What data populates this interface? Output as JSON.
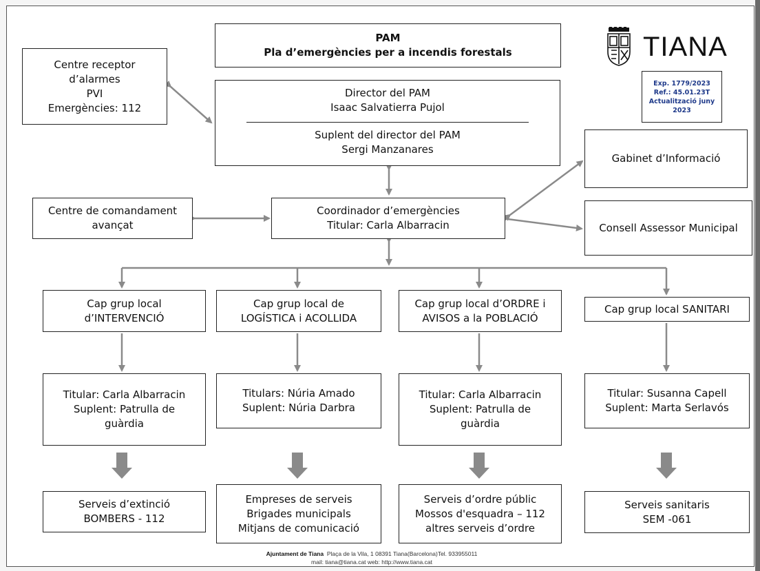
{
  "title": {
    "line1": "PAM",
    "line2": "Pla d’emergències per a incendis forestals"
  },
  "logo": {
    "text": "TIANA",
    "icon": "tiana-coat-of-arms-icon"
  },
  "reference": {
    "exp": "Exp. 1779/2023",
    "ref": "Ref.: 45.01.23T",
    "update1": "Actualització juny",
    "update2": "2023"
  },
  "alarm_center": {
    "line1": "Centre receptor",
    "line2": "d’alarmes",
    "line3": "PVI",
    "line4": "Emergències: 112"
  },
  "director": {
    "title": "Director del PAM",
    "name": "Isaac Salvatierra Pujol",
    "deputy_title": "Suplent del director del PAM",
    "deputy_name": "Sergi Manzanares"
  },
  "info_office": {
    "label": "Gabinet d’Informació"
  },
  "advanced_command": {
    "line1": "Centre de comandament",
    "line2": "avançat"
  },
  "coordinator": {
    "title": "Coordinador d’emergències",
    "holder": "Titular: Carla Albarracin"
  },
  "advisory_council": {
    "label": "Consell Assessor Municipal"
  },
  "groups": [
    {
      "head1": "Cap grup  local",
      "head2": "d’INTERVENCIÓ",
      "members": [
        "Titular: Carla Albarracin",
        "Suplent: Patrulla de",
        "guàrdia"
      ],
      "services": [
        "Serveis d’extinció",
        "BOMBERS - 112"
      ]
    },
    {
      "head1": "Cap grup  local de",
      "head2": "LOGÍSTICA i ACOLLIDA",
      "members": [
        "Titulars: Núria Amado",
        "Suplent: Núria Darbra"
      ],
      "services": [
        "Empreses de serveis",
        "Brigades municipals",
        "Mitjans de comunicació"
      ]
    },
    {
      "head1": "Cap grup  local d’ORDRE i",
      "head2": "AVISOS a la POBLACIÓ",
      "members": [
        "Titular: Carla Albarracin",
        "Suplent: Patrulla de",
        "guàrdia"
      ],
      "services": [
        "Serveis d’ordre públic",
        "Mossos d'esquadra – 112",
        "altres serveis d’ordre"
      ]
    },
    {
      "head1": "Cap grup  local SANITARI",
      "head2": "",
      "members": [
        "Titular: Susanna Capell",
        "Suplent: Marta Serlavós"
      ],
      "services": [
        "Serveis sanitaris",
        "SEM -061"
      ]
    }
  ],
  "footer": {
    "org": "Ajuntament de Tiana",
    "address": "Plaça de la Vila, 1   08391 Tiana(Barcelona)Tel. 933955011",
    "contact": "mail: tiana@tiana.cat  web: http://www.tiana.cat"
  },
  "colors": {
    "connector": "#8a8a8a",
    "border": "#222222",
    "reference_text": "#1f3a8a"
  }
}
